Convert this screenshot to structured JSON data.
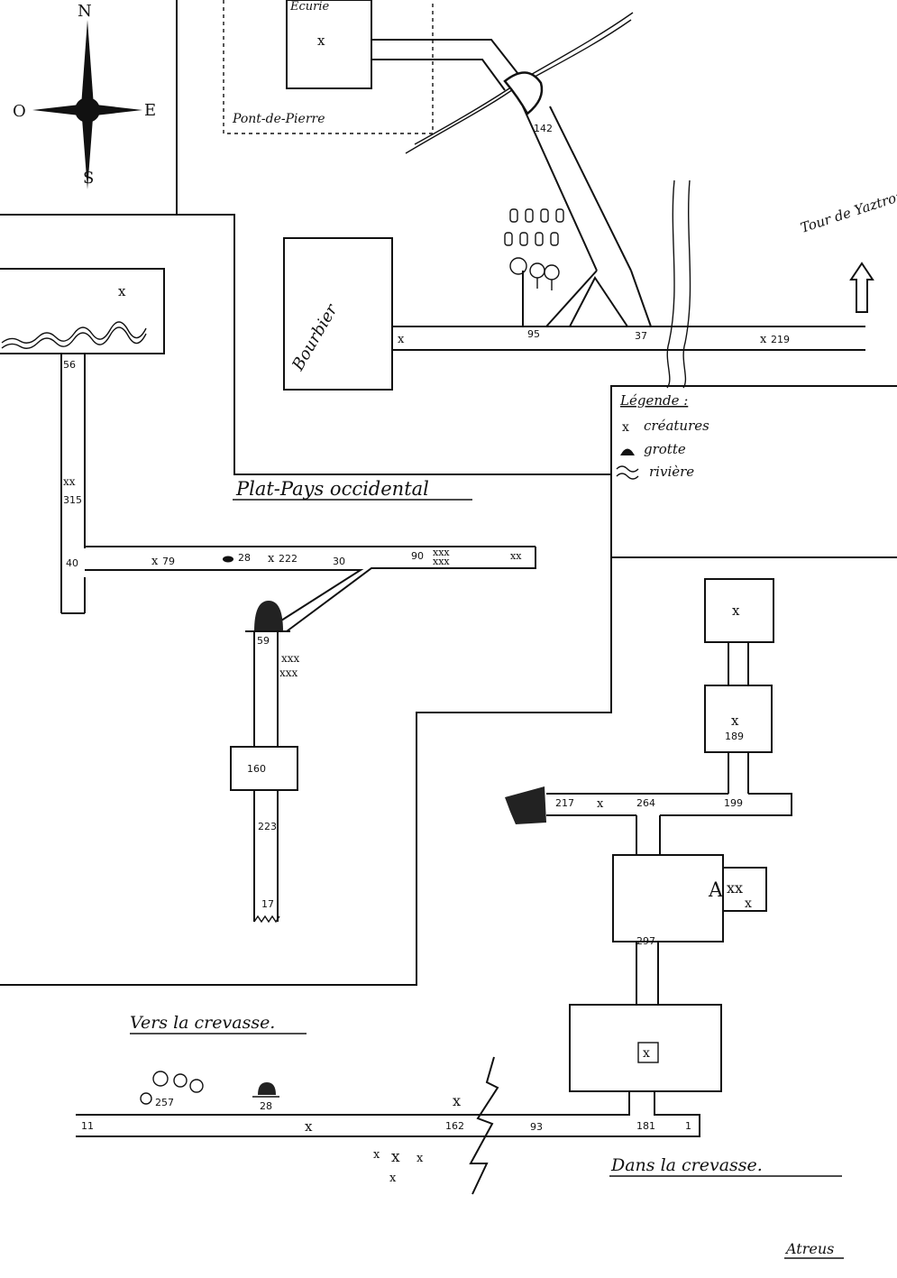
{
  "compass": {
    "north": "N",
    "south": "S",
    "east": "E",
    "west": "O"
  },
  "areas": {
    "stable": "Ecurie",
    "pont_de_pierre": "Pont-de-Pierre",
    "bourbier": "Bourbier",
    "plat_pays": "Plat-Pays occidental",
    "vers_crevasse": "Vers la crevasse.",
    "dans_crevasse": "Dans la crevasse.",
    "tour": "Tour de Yaztromo"
  },
  "legend": {
    "title": "Légende :",
    "creatures": "créatures",
    "grotte": "grotte",
    "riviere": "rivière"
  },
  "paragraphs": {
    "p142": "142",
    "p95": "95",
    "p37": "37",
    "p219": "219",
    "p56": "56",
    "p315": "315",
    "p40": "40",
    "p79": "79",
    "p28a": "28",
    "p222": "222",
    "p30": "30",
    "p90": "90",
    "p59": "59",
    "p160": "160",
    "p223": "223",
    "p17": "17",
    "p189": "189",
    "p217": "217",
    "p264": "264",
    "p199": "199",
    "p297": "297",
    "p11": "11",
    "p257": "257",
    "p28b": "28",
    "p162": "162",
    "p93": "93",
    "p181": "181",
    "p1": "1"
  },
  "marks": {
    "x": "x",
    "xx": "xx",
    "xxx": "xxx",
    "a": "A"
  },
  "signature": "Atreus",
  "colors": {
    "ink": "#111111",
    "paper": "#ffffff"
  },
  "icons": [
    "compass-rose-icon",
    "arrow-up-icon",
    "tree-icon",
    "person-icon",
    "cave-icon",
    "river-icon",
    "chasm-icon"
  ]
}
